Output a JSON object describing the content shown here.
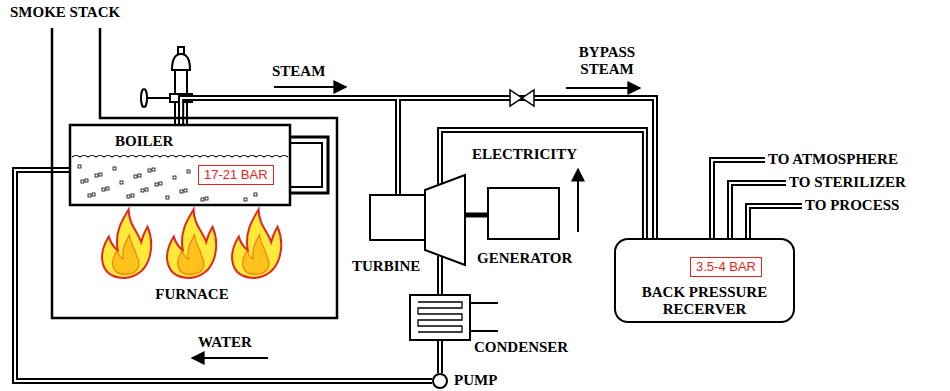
{
  "diagram": {
    "nodes": [
      {
        "text": [
          "FURNACE"
        ]
      },
      {
        "text": [
          "BOILER"
        ],
        "in": 0
      },
      {
        "text": [
          "17-21 BAR"
        ],
        "in": 1
      },
      {
        "text": [
          "TURBINE"
        ]
      },
      {
        "text": [
          "GENERATOR"
        ]
      },
      {
        "text": [
          "CONDENSER"
        ]
      },
      {
        "text": [
          "PUMP"
        ]
      },
      {
        "text": [
          "BACK PRESSURE RECERVER"
        ]
      },
      {
        "text": [
          "3.5-4 BAR"
        ],
        "in": 7
      }
    ],
    "edges": [
      {
        "from": 1,
        "to": 3,
        "label": "STEAM",
        "arrow": "none"
      },
      {
        "from": 1,
        "to": 7,
        "label": "BYPASS STEAM",
        "arrow": "none"
      },
      {
        "from": 3,
        "to": 7,
        "arrow": "none"
      },
      {
        "from": 3,
        "to": 4,
        "arrow": "none"
      },
      {
        "from": 3,
        "to": 5,
        "arrow": "none"
      },
      {
        "from": 5,
        "to": 6,
        "arrow": "none"
      },
      {
        "from": 6,
        "to": 1,
        "label": "WATER",
        "arrow": "none"
      }
    ],
    "labels": [
      "SMOKE STACK",
      "ELECTRICITY",
      "TO ATMOSPHERE",
      "TO STERILIZER",
      "TO PROCESS"
    ]
  }
}
